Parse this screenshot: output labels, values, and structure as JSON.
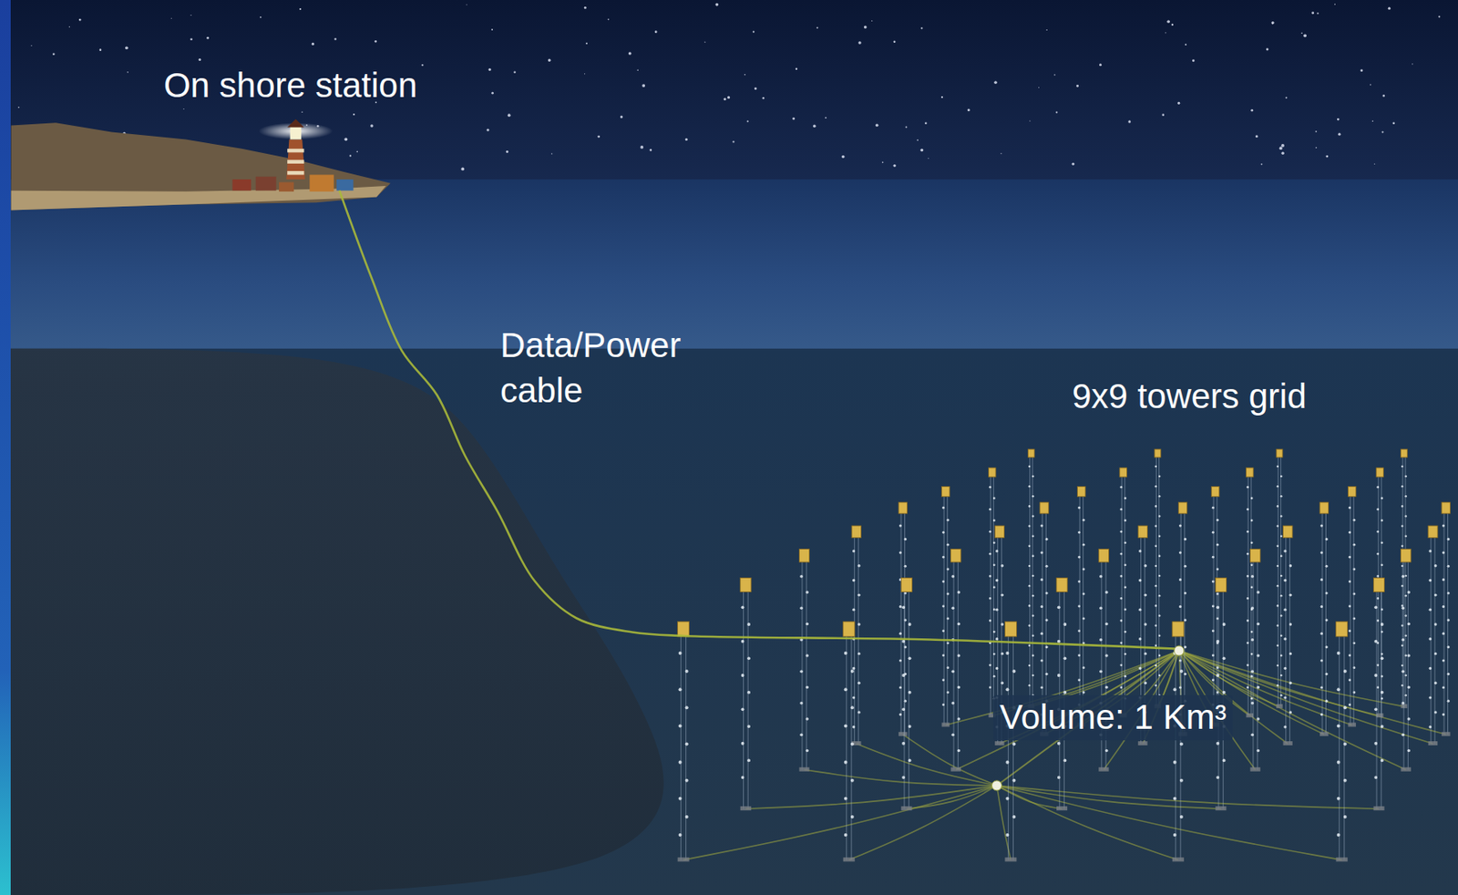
{
  "diagram": {
    "labels": [
      "On shore station",
      "Data/Power cable",
      "9x9 towers grid",
      "Volume: 1 Km³"
    ]
  }
}
